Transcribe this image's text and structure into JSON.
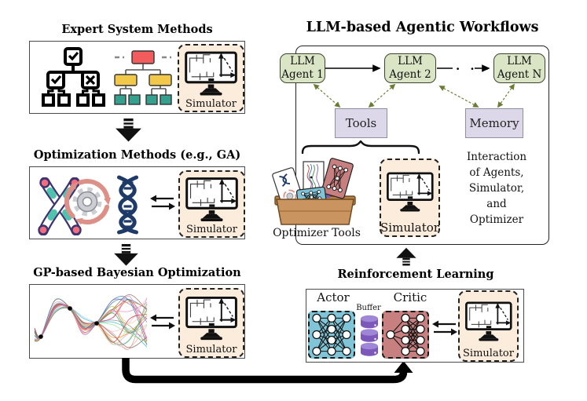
{
  "left_column": {
    "expert": {
      "title": "Expert System Methods",
      "icons": [
        "flowchart-icon",
        "decision-tree-icon"
      ],
      "simulator_label": "Simulator"
    },
    "optimization": {
      "title": "Optimization Methods (e.g., GA)",
      "icons": [
        "chromosome-icon",
        "gear-cycle-icon",
        "dna-icon",
        "exchange-icon"
      ],
      "simulator_label": "Simulator"
    },
    "gp": {
      "title": "GP-based Bayesian Optimization",
      "icons": [
        "gp-posterior-curves",
        "exchange-icon"
      ],
      "simulator_label": "Simulator"
    }
  },
  "llm_workflow": {
    "title": "LLM-based Agentic Workflows",
    "agents": [
      {
        "line1": "LLM",
        "line2": "Agent 1"
      },
      {
        "line1": "LLM",
        "line2": "Agent 2"
      },
      {
        "line1": "LLM",
        "line2": "Agent N"
      }
    ],
    "dots": "· · ·",
    "tools_label": "Tools",
    "memory_label": "Memory",
    "optimizer_tools_label": "Optimizer Tools",
    "simulator_label": "Simulator",
    "interaction_lines": [
      "Interaction",
      "of Agents,",
      "Simulator,",
      "and",
      "Optimizer"
    ]
  },
  "rl": {
    "title": "Reinforcement Learning",
    "actor_label": "Actor",
    "critic_label": "Critic",
    "buffer_label": "Buffer",
    "simulator_label": "Simulator"
  },
  "colors": {
    "agent_box_green": "#d9e5c4",
    "tools_memory_lavender": "#dcd7e9",
    "simulator_peach": "#fbecdc",
    "actor_teal": "#7fc4d7",
    "critic_rose": "#c77f7f",
    "buffer_purple": "#7d58bb",
    "agent_arrow_green": "#6b7d35",
    "dna_navy": "#1e3a68",
    "cycle_salmon": "#dd9087",
    "tree_red": "#f25c5c",
    "tree_yellow": "#f2c84b",
    "tree_teal": "#35a08e",
    "toolbox_brown": "#c9945f"
  }
}
